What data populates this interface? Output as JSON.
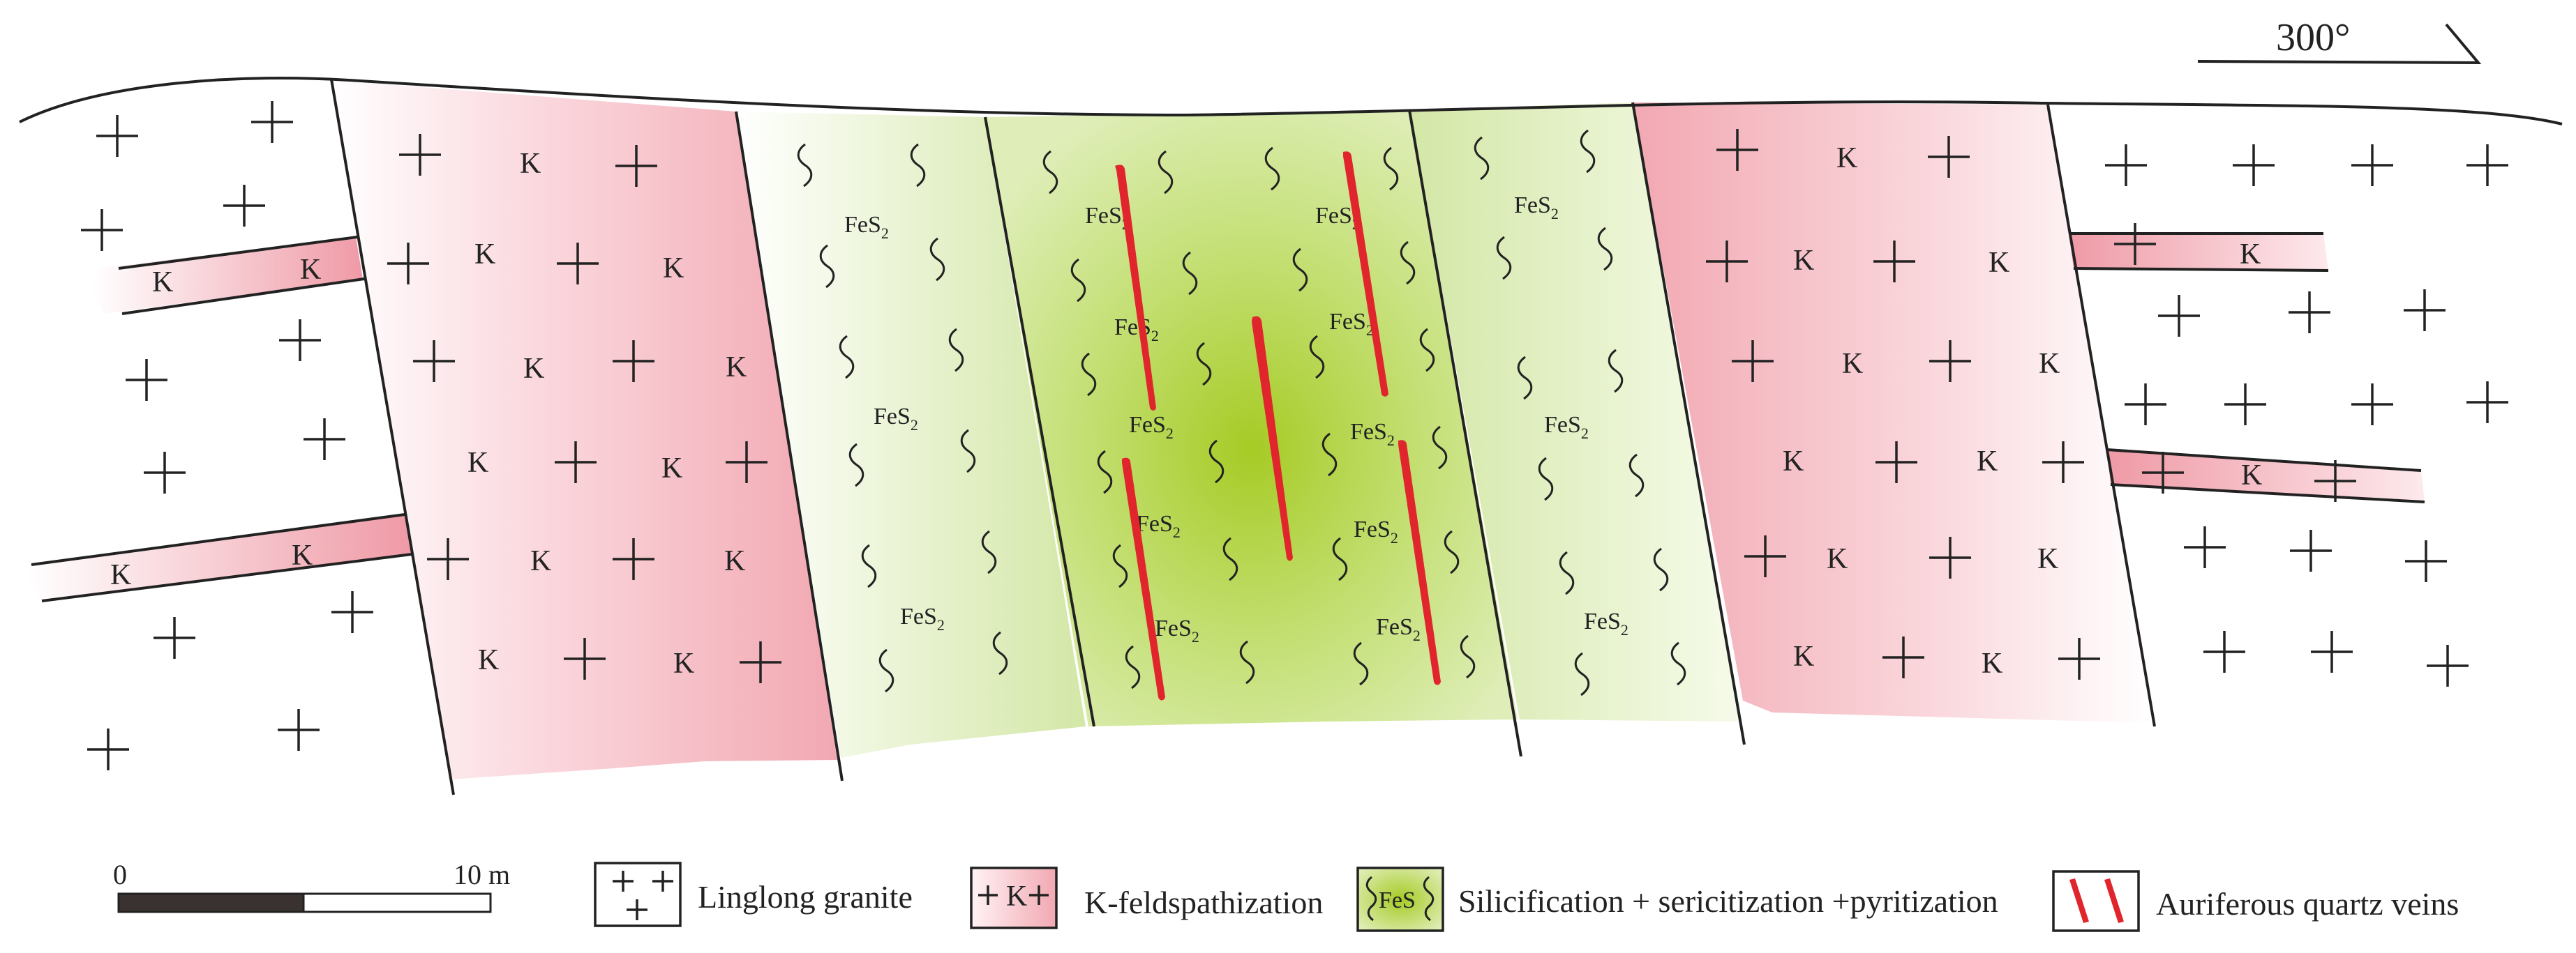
{
  "orientation": {
    "label": "300°"
  },
  "symbols": {
    "k_feldspar": "K",
    "pyrite_main": "FeS",
    "pyrite_sub": "2"
  },
  "scale_bar": {
    "start_label": "0",
    "end_label": "10 m"
  },
  "legend": [
    {
      "id": "granite",
      "label": "Linglong granite"
    },
    {
      "id": "kfeld",
      "label": "K-feldspathization",
      "swatch_text": "K"
    },
    {
      "id": "silic",
      "label": "Silicification + sericitization +pyritization",
      "swatch_text": "FeS"
    },
    {
      "id": "veins",
      "label": "Auriferous quartz veins"
    }
  ],
  "colors": {
    "pink": "#f2a8b2",
    "green": "#a8cd2a",
    "vein_red": "#e0262c",
    "line": "#222222"
  }
}
